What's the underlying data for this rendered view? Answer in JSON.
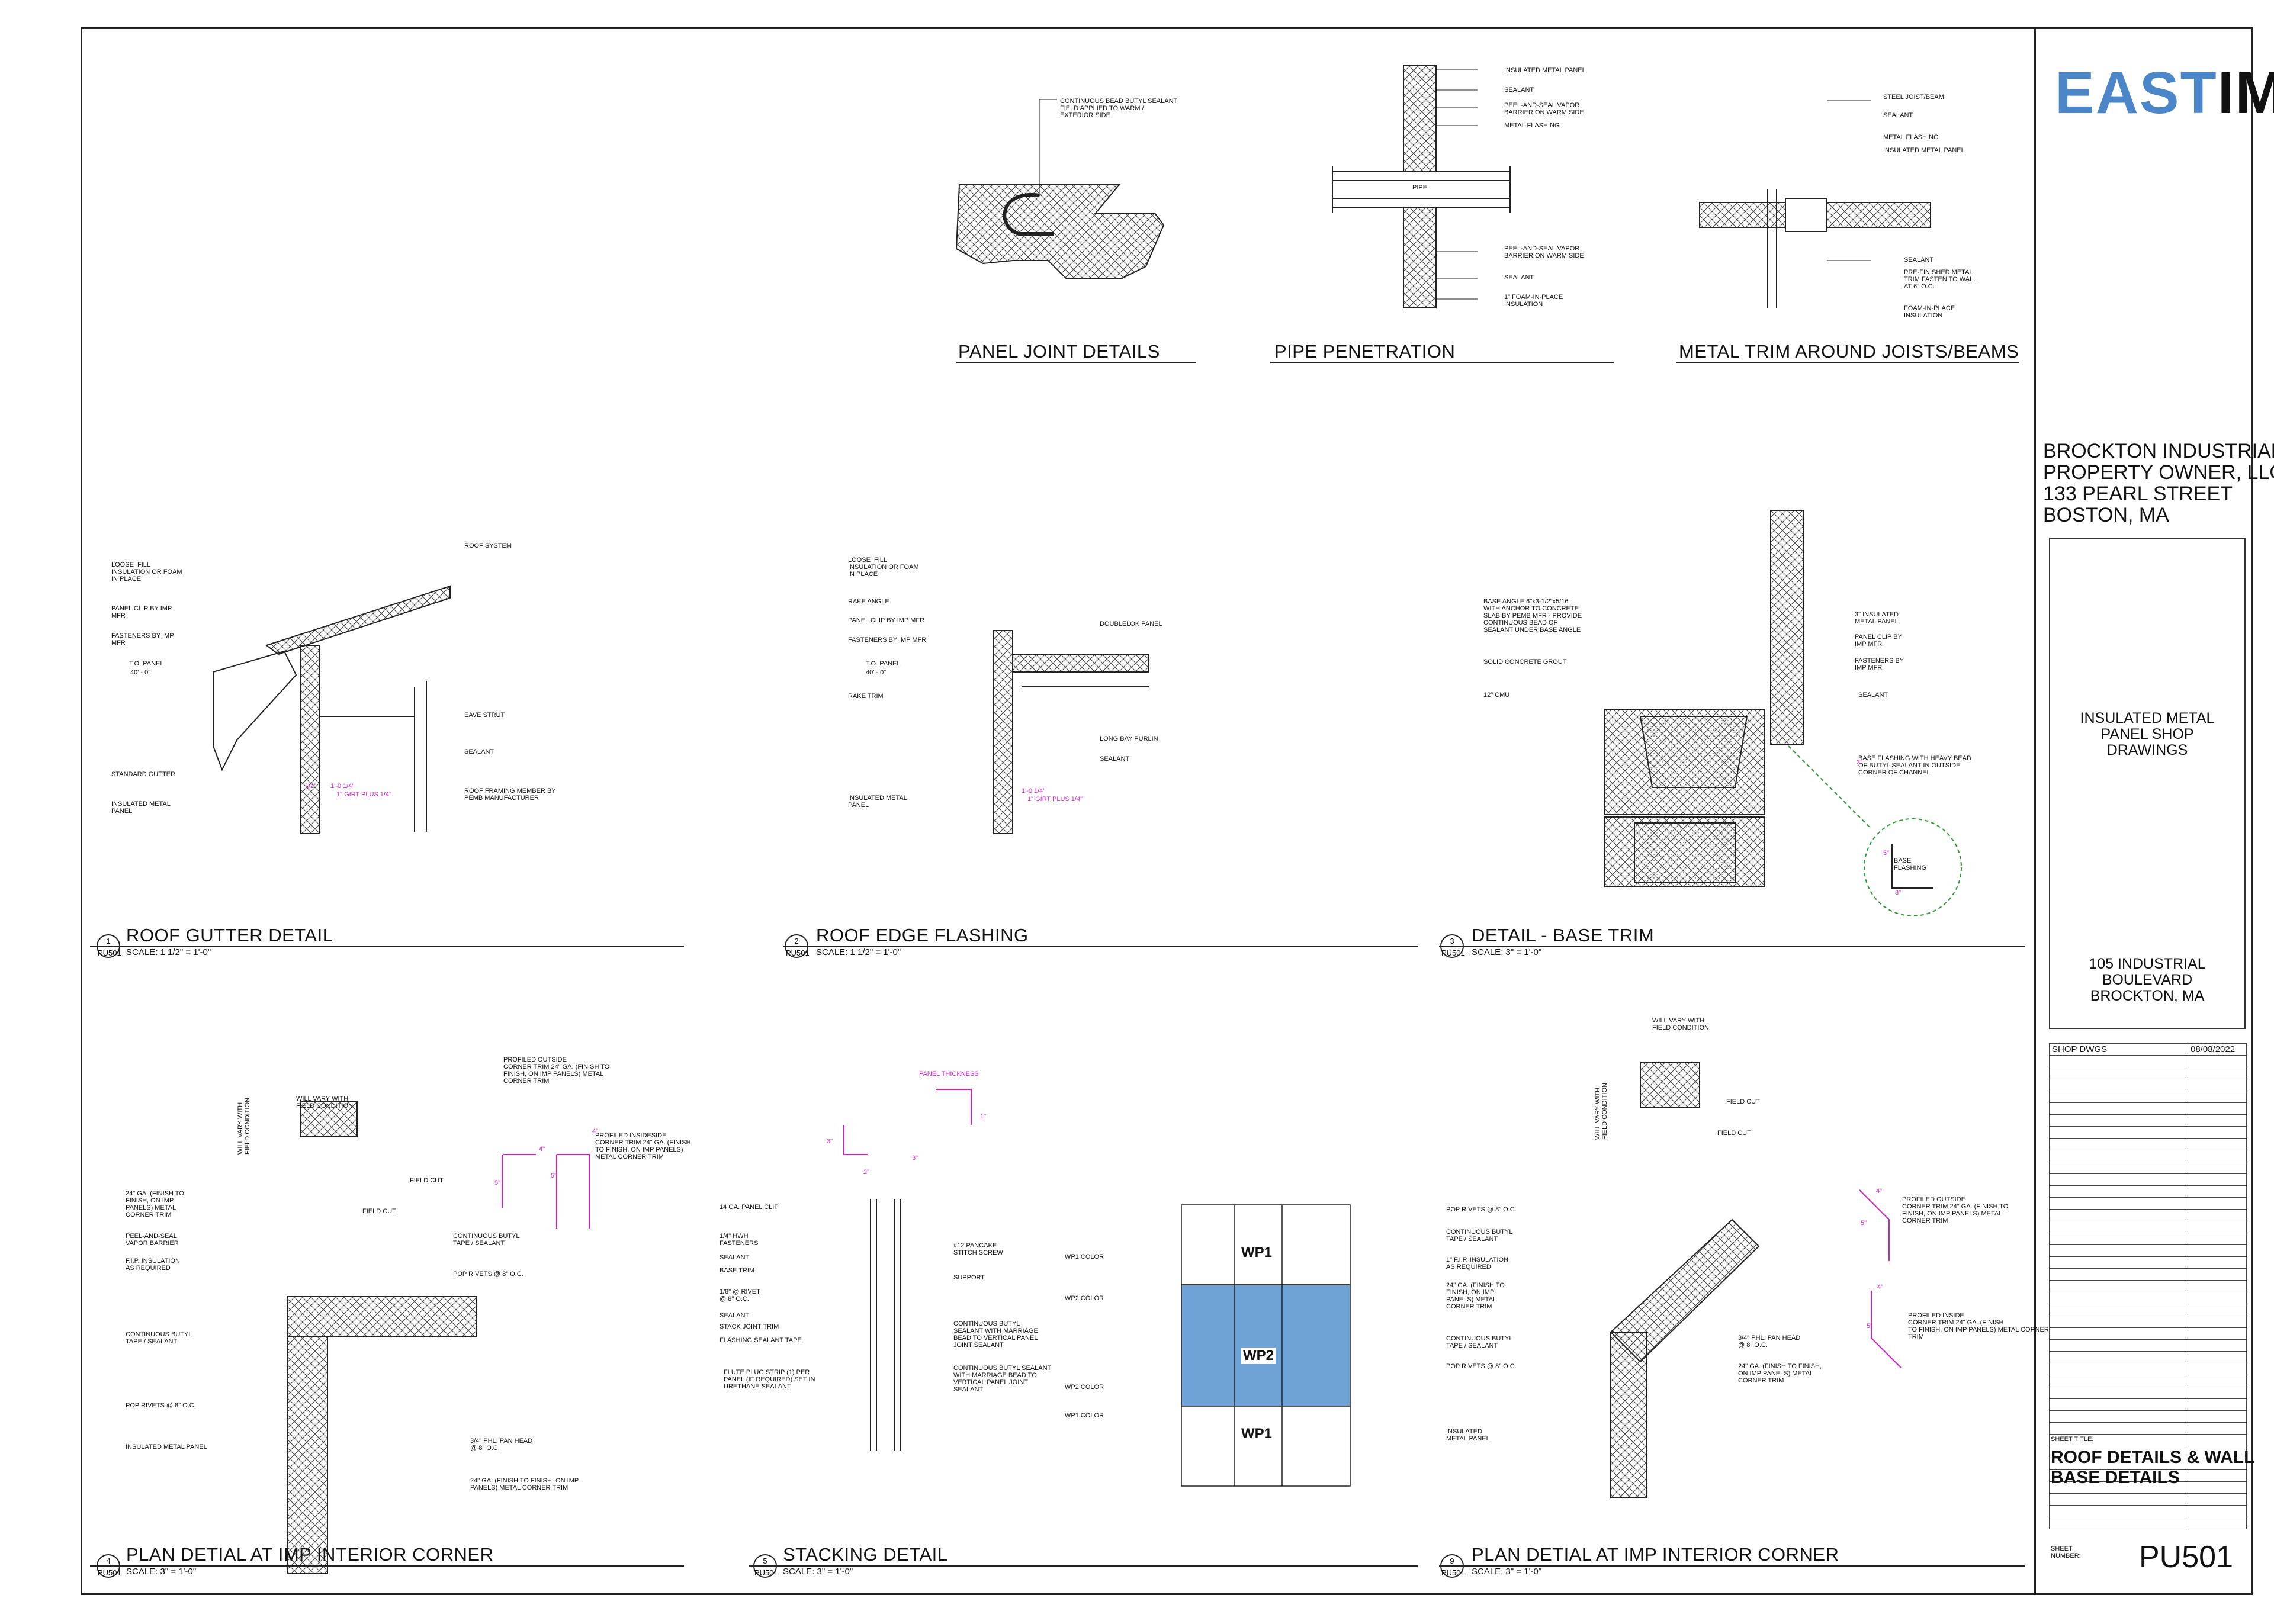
{
  "logo": {
    "east": "EAST",
    "imp": "IMP"
  },
  "owner": {
    "line1": "BROCKTON INDUSTRIAL",
    "line2": "PROPERTY OWNER, LLC",
    "line3": "133 PEARL STREET",
    "line4": "BOSTON, MA"
  },
  "project": {
    "line1": "INSULATED METAL",
    "line2": "PANEL SHOP",
    "line3": "DRAWINGS"
  },
  "site": {
    "line1": "105 INDUSTRIAL",
    "line2": "BOULEVARD",
    "line3": "BROCKTON, MA"
  },
  "revisions": [
    {
      "desc": "SHOP DWGS",
      "date": "08/08/2022"
    },
    {
      "desc": "",
      "date": ""
    },
    {
      "desc": "",
      "date": ""
    },
    {
      "desc": "",
      "date": ""
    },
    {
      "desc": "",
      "date": ""
    },
    {
      "desc": "",
      "date": ""
    },
    {
      "desc": "",
      "date": ""
    },
    {
      "desc": "",
      "date": ""
    },
    {
      "desc": "",
      "date": ""
    },
    {
      "desc": "",
      "date": ""
    },
    {
      "desc": "",
      "date": ""
    },
    {
      "desc": "",
      "date": ""
    },
    {
      "desc": "",
      "date": ""
    },
    {
      "desc": "",
      "date": ""
    },
    {
      "desc": "",
      "date": ""
    },
    {
      "desc": "",
      "date": ""
    },
    {
      "desc": "",
      "date": ""
    },
    {
      "desc": "",
      "date": ""
    },
    {
      "desc": "",
      "date": ""
    },
    {
      "desc": "",
      "date": ""
    },
    {
      "desc": "",
      "date": ""
    },
    {
      "desc": "",
      "date": ""
    },
    {
      "desc": "",
      "date": ""
    },
    {
      "desc": "",
      "date": ""
    },
    {
      "desc": "",
      "date": ""
    },
    {
      "desc": "",
      "date": ""
    },
    {
      "desc": "",
      "date": ""
    },
    {
      "desc": "",
      "date": ""
    },
    {
      "desc": "",
      "date": ""
    },
    {
      "desc": "",
      "date": ""
    },
    {
      "desc": "",
      "date": ""
    },
    {
      "desc": "",
      "date": ""
    },
    {
      "desc": "",
      "date": ""
    },
    {
      "desc": "",
      "date": ""
    },
    {
      "desc": "",
      "date": ""
    },
    {
      "desc": "",
      "date": ""
    },
    {
      "desc": "",
      "date": ""
    },
    {
      "desc": "",
      "date": ""
    },
    {
      "desc": "",
      "date": ""
    },
    {
      "desc": "",
      "date": ""
    },
    {
      "desc": "",
      "date": ""
    }
  ],
  "sheet": {
    "title_label": "SHEET TITLE:",
    "title_line1": "ROOF DETAILS & WALL",
    "title_line2": "BASE DETAILS",
    "number_label": "SHEET\nNUMBER:",
    "number": "PU501"
  },
  "details": {
    "panel_joint": {
      "title": "PANEL JOINT DETAILS",
      "note1": "CONTINUOUS BEAD BUTYL SEALANT\nFIELD APPLIED TO WARM /\nEXTERIOR SIDE"
    },
    "pipe": {
      "title": "PIPE PENETRATION",
      "pipe_label": "PIPE",
      "notes": [
        "INSULATED METAL PANEL",
        "SEALANT",
        "PEEL-AND-SEAL VAPOR\nBARRIER ON WARM SIDE",
        "METAL FLASHING",
        "PEEL-AND-SEAL VAPOR\nBARRIER ON WARM SIDE",
        "SEALANT",
        "1\" FOAM-IN-PLACE\nINSULATION"
      ]
    },
    "trim": {
      "title": "METAL TRIM AROUND JOISTS/BEAMS",
      "notes": [
        "STEEL JOIST/BEAM",
        "SEALANT",
        "METAL FLASHING",
        "INSULATED METAL PANEL",
        "SEALANT",
        "PRE-FINISHED METAL\nTRIM FASTEN TO WALL\nAT 6\" O.C.",
        "FOAM-IN-PLACE\nINSULATION"
      ]
    },
    "d1": {
      "num": "1",
      "sheet": "PU501",
      "title": "ROOF GUTTER DETAIL",
      "scale": "SCALE: 1 1/2\" = 1'-0\"",
      "elev_label": "T.O. PANEL",
      "elev_value": "40' - 0\"",
      "dim1": "1'-0 1/4\"",
      "dim2": "1\" GIRT PLUS 1/4\"",
      "dim3": "1/2\"",
      "notes": [
        "LOOSE  FILL\nINSULATION OR FOAM\nIN PLACE",
        "PANEL CLIP BY IMP\nMFR",
        "FASTENERS BY IMP\nMFR",
        "STANDARD GUTTER",
        "INSULATED METAL\nPANEL",
        "ROOF SYSTEM",
        "EAVE STRUT",
        "SEALANT",
        "ROOF FRAMING MEMBER BY\nPEMB MANUFACTURER"
      ]
    },
    "d2": {
      "num": "2",
      "sheet": "PU501",
      "title": "ROOF EDGE FLASHING",
      "scale": "SCALE: 1 1/2\" = 1'-0\"",
      "elev_label": "T.O. PANEL",
      "elev_value": "40' - 0\"",
      "dim1": "1'-0 1/4\"",
      "dim2": "1\" GIRT PLUS 1/4\"",
      "notes": [
        "LOOSE  FILL\nINSULATION OR FOAM\nIN PLACE",
        "RAKE ANGLE",
        "PANEL CLIP BY IMP MFR",
        "FASTENERS BY IMP MFR",
        "RAKE TRIM",
        "INSULATED METAL\nPANEL",
        "DOUBLELOK PANEL",
        "LONG BAY PURLIN",
        "SEALANT"
      ]
    },
    "d3": {
      "num": "3",
      "sheet": "PU501",
      "title": "DETAIL - BASE TRIM",
      "scale": "SCALE: 3\" = 1'-0\"",
      "notes": [
        "BASE ANGLE 6\"x3-1/2\"x5/16\"\nWITH ANCHOR TO CONCRETE\nSLAB BY PEMB MFR - PROVIDE\nCONTINUOUS BEAD OF\nSEALANT UNDER BASE ANGLE",
        "SOLID CONCRETE GROUT",
        "12\" CMU",
        "3\" INSULATED\nMETAL PANEL",
        "PANEL CLIP BY\nIMP MFR",
        "FASTENERS BY\nIMP MFR",
        "SEALANT",
        "BASE FLASHING WITH HEAVY BEAD\nOF BUTYL SEALANT IN OUTSIDE\nCORNER OF CHANNEL",
        "BASE\nFLASHING"
      ],
      "dim_a": "3\"",
      "dim_b": "5\"",
      "dim_c": "3\""
    },
    "d4": {
      "num": "4",
      "sheet": "PU501",
      "title": "PLAN DETIAL AT IMP INTERIOR CORNER",
      "scale": "SCALE: 3\" = 1'-0\"",
      "notes": [
        "WILL VARY WITH\nFIELD CONDITION",
        "WILL VARY WITH\nFIELD CONDITION",
        "FIELD CUT",
        "FIELD CUT",
        "24\" GA. (FINISH TO\nFINISH, ON IMP\nPANELS) METAL\nCORNER TRIM",
        "PEEL-AND-SEAL\nVAPOR BARRIER",
        "F.I.P. INSULATION\nAS REQUIRED",
        "CONTINUOUS BUTYL\nTAPE / SEALANT",
        "POP RIVETS @ 8\" O.C.",
        "INSULATED METAL PANEL",
        "CONTINUOUS BUTYL\nTAPE / SEALANT",
        "POP RIVETS @ 8\" O.C.",
        "3/4\" PHL. PAN HEAD\n@ 8\" O.C.",
        "24\" GA. (FINISH TO FINISH, ON IMP\nPANELS) METAL CORNER TRIM",
        "PROFILED OUTSIDE\nCORNER TRIM 24\" GA. (FINISH TO\nFINISH, ON IMP PANELS) METAL\nCORNER TRIM",
        "PROFILED INSIDESIDE\nCORNER TRIM 24\" GA. (FINISH\nTO FINISH, ON IMP PANELS)\nMETAL CORNER TRIM"
      ],
      "dims": [
        "4\"",
        "5\"",
        "4\"",
        "5\""
      ]
    },
    "d5": {
      "num": "5",
      "sheet": "PU501",
      "title": "STACKING DETAIL",
      "scale": "SCALE: 3\" = 1'-0\"",
      "panel_thickness": "PANEL THICKNESS",
      "notes": [
        "14 GA. PANEL CLIP",
        "1/4\" HWH\nFASTENERS",
        "SEALANT",
        "BASE TRIM",
        "1/8\" @ RIVET\n@ 8\" O.C.",
        "SEALANT",
        "STACK JOINT TRIM",
        "FLASHING SEALANT TAPE",
        "FLUTE PLUG STRIP (1) PER\nPANEL (IF REQUIRED) SET IN\nURETHANE SEALANT",
        "#12 PANCAKE\nSTITCH SCREW",
        "SUPPORT",
        "CONTINUOUS BUTYL\nSEALANT WITH MARRIAGE\nBEAD TO VERTICAL PANEL\nJOINT SEALANT",
        "CONTINUOUS BUTYL SEALANT\nWITH MARRIAGE BEAD TO\nVERTICAL PANEL JOINT\nSEALANT"
      ],
      "dims": [
        "3\"",
        "2\"",
        "3\"",
        "1\""
      ],
      "colors": [
        "WP1 COLOR",
        "WP2 COLOR",
        "WP2 COLOR",
        "WP1 COLOR"
      ],
      "panels": [
        "WP1",
        "WP2",
        "WP1"
      ],
      "wp2_fill": "#6fa3d8"
    },
    "d9": {
      "num": "9",
      "sheet": "PU501",
      "title": "PLAN DETIAL AT IMP INTERIOR CORNER",
      "scale": "SCALE: 3\" = 1'-0\"",
      "notes": [
        "WILL VARY WITH\nFIELD CONDITION",
        "WILL VARY WITH\nFIELD CONDITION",
        "FIELD CUT",
        "FIELD CUT",
        "POP RIVETS @ 8\" O.C.",
        "CONTINUOUS BUTYL\nTAPE / SEALANT",
        "1\" F.I.P. INSULATION\nAS REQUIRED",
        "24\" GA. (FINISH TO\nFINISH, ON IMP\nPANELS) METAL\nCORNER TRIM",
        "CONTINUOUS BUTYL\nTAPE / SEALANT",
        "POP RIVETS @ 8\" O.C.",
        "INSULATED\nMETAL PANEL",
        "3/4\" PHL. PAN HEAD\n@ 8\" O.C.",
        "24\" GA. (FINISH TO FINISH,\nON IMP PANELS) METAL\nCORNER TRIM",
        "PROFILED OUTSIDE\nCORNER TRIM 24\" GA. (FINISH TO\nFINISH, ON IMP PANELS) METAL\nCORNER TRIM",
        "PROFILED INSIDE\nCORNER TRIM 24\" GA. (FINISH\nTO FINISH, ON IMP PANELS) METAL CORNER\nTRIM"
      ],
      "dims": [
        "4\"",
        "5\"",
        "4\"",
        "5\""
      ]
    }
  },
  "colors": {
    "dimension": "#d020c0",
    "logo_blue": "#4a86c8",
    "detail_circle": "#2a9a2a"
  }
}
